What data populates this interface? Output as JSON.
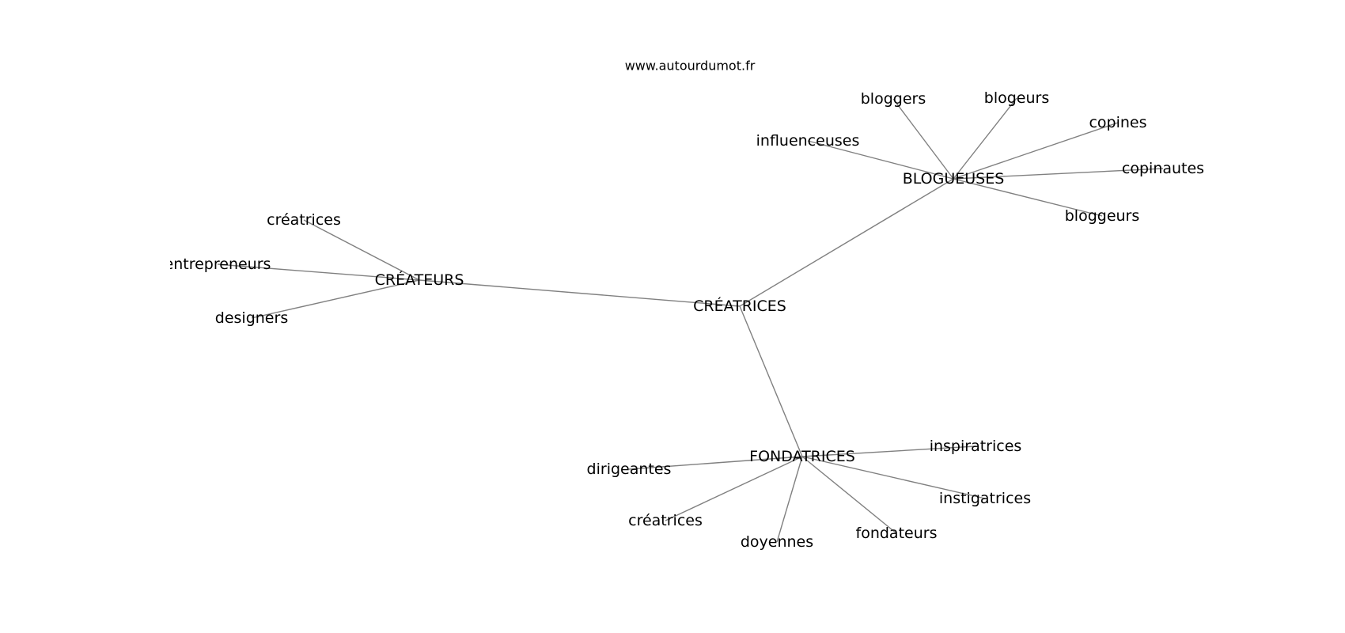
{
  "watermark": "www.autourdumot.fr",
  "nodes": {
    "root": "CRÉATRICES",
    "hub_createurs": "CRÉATEURS",
    "hub_blogueuses": "BLOGUEUSES",
    "hub_fondatrices": "FONDATRICES",
    "createurs_creatrices": "créatrices",
    "createurs_entrepreneurs": "entrepreneurs",
    "createurs_designers": "designers",
    "blog_bloggers": "bloggers",
    "blog_blogeurs": "blogeurs",
    "blog_influenceuses": "influenceuses",
    "blog_copines": "copines",
    "blog_copinautes": "copinautes",
    "blog_bloggeurs": "bloggeurs",
    "fond_dirigeantes": "dirigeantes",
    "fond_inspiratrices": "inspiratrices",
    "fond_instigatrices": "instigatrices",
    "fond_creatrices": "créatrices",
    "fond_doyennes": "doyennes",
    "fond_fondateurs": "fondateurs"
  },
  "edges": [
    [
      "root",
      "hub_createurs"
    ],
    [
      "root",
      "hub_blogueuses"
    ],
    [
      "root",
      "hub_fondatrices"
    ],
    [
      "hub_createurs",
      "createurs_creatrices"
    ],
    [
      "hub_createurs",
      "createurs_entrepreneurs"
    ],
    [
      "hub_createurs",
      "createurs_designers"
    ],
    [
      "hub_blogueuses",
      "blog_bloggers"
    ],
    [
      "hub_blogueuses",
      "blog_blogeurs"
    ],
    [
      "hub_blogueuses",
      "blog_influenceuses"
    ],
    [
      "hub_blogueuses",
      "blog_copines"
    ],
    [
      "hub_blogueuses",
      "blog_copinautes"
    ],
    [
      "hub_blogueuses",
      "blog_bloggeurs"
    ],
    [
      "hub_fondatrices",
      "fond_dirigeantes"
    ],
    [
      "hub_fondatrices",
      "fond_inspiratrices"
    ],
    [
      "hub_fondatrices",
      "fond_instigatrices"
    ],
    [
      "hub_fondatrices",
      "fond_creatrices"
    ],
    [
      "hub_fondatrices",
      "fond_doyennes"
    ],
    [
      "hub_fondatrices",
      "fond_fondateurs"
    ]
  ],
  "colors": {
    "edge": "#808080",
    "text": "#000000",
    "background": "#ffffff"
  }
}
